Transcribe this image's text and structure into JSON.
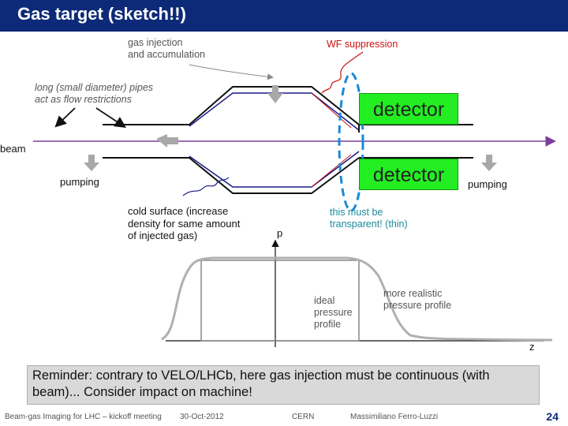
{
  "title": "Gas target (sketch!!)",
  "labels": {
    "gas_injection": "gas injection\nand accumulation",
    "wf_suppression": "WF suppression",
    "long_pipes": "long (small diameter) pipes\nact as flow restrictions",
    "detector_top": "detector",
    "detector_bottom": "detector",
    "beam": "beam",
    "pumping_left": "pumping",
    "pumping_right": "pumping",
    "cold_surface": "cold surface (increase\ndensity for same amount\nof injected gas)",
    "transparent": "this must be\ntransparent! (thin)",
    "p_axis": "p",
    "z_axis": "z",
    "ideal_profile": "ideal\npressure\nprofile",
    "realistic_profile": "more realistic\npressure profile"
  },
  "reminder": "Reminder: contrary to VELO/LHCb, here gas injection must be continuous (with beam)... Consider impact on machine!",
  "footer": {
    "event": "Beam-gas Imaging for LHC – kickoff meeting",
    "date": "30-Oct-2012",
    "org": "CERN",
    "author": "Massimiliano Ferro-Luzzi",
    "page": "24"
  },
  "colors": {
    "title_bar": "#0d2a78",
    "detector": "#22ee22",
    "beam_line": "#7a3f9a",
    "window": "#1a8ad8",
    "cold_surface": "#1a1a8a",
    "wf_line": "#cc1111",
    "arrow_gray": "#a8a8a8"
  }
}
